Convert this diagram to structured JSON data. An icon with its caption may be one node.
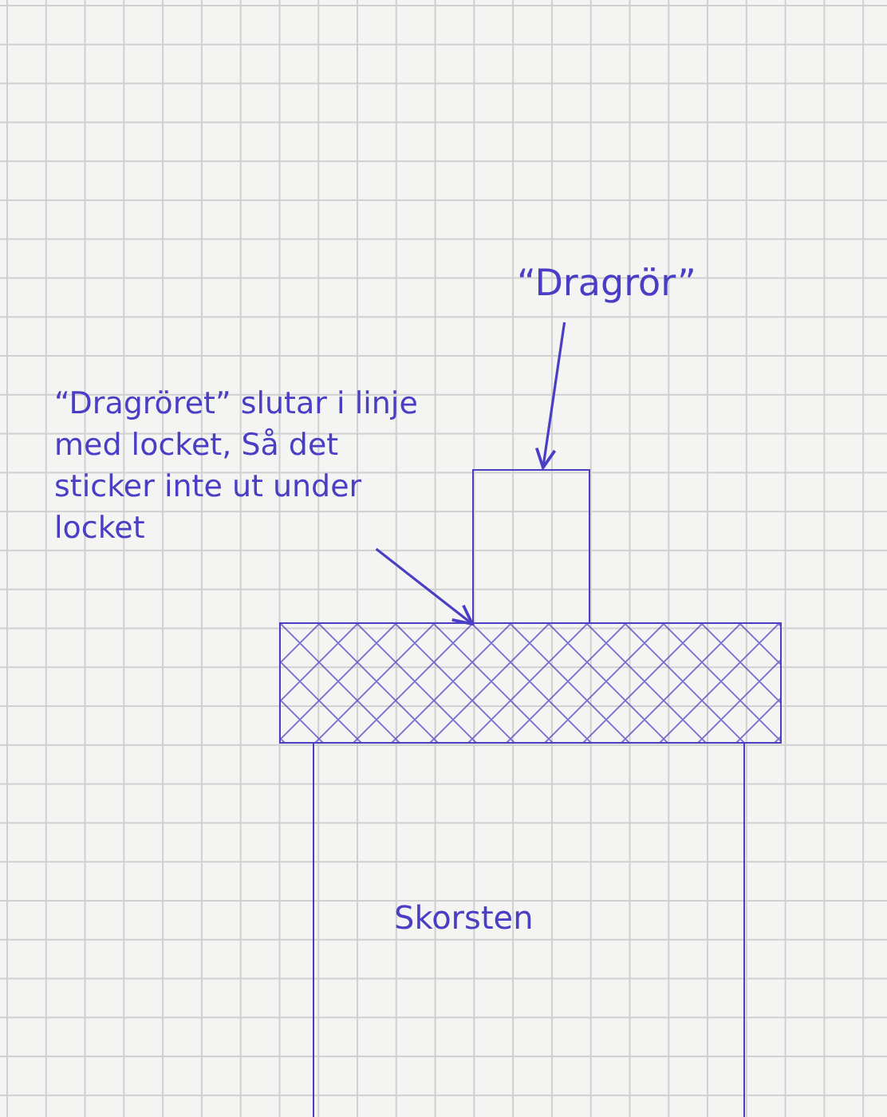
{
  "diagram": {
    "nodes": [
      {
        "text": [
          "“Dragrör”"
        ]
      },
      {
        "text": [
          "“Dragröret” slutar i linje med locket, Så det sticker inte ut under locket"
        ]
      },
      {
        "text": [],
        "shape": "box"
      },
      {
        "text": [],
        "shape": "bar"
      },
      {
        "text": [
          "Skorsten"
        ]
      }
    ],
    "edges": [
      {
        "from": 0,
        "to": 2,
        "arrow": "to"
      },
      {
        "from": 1,
        "to": 2,
        "arrow": "to"
      }
    ]
  }
}
